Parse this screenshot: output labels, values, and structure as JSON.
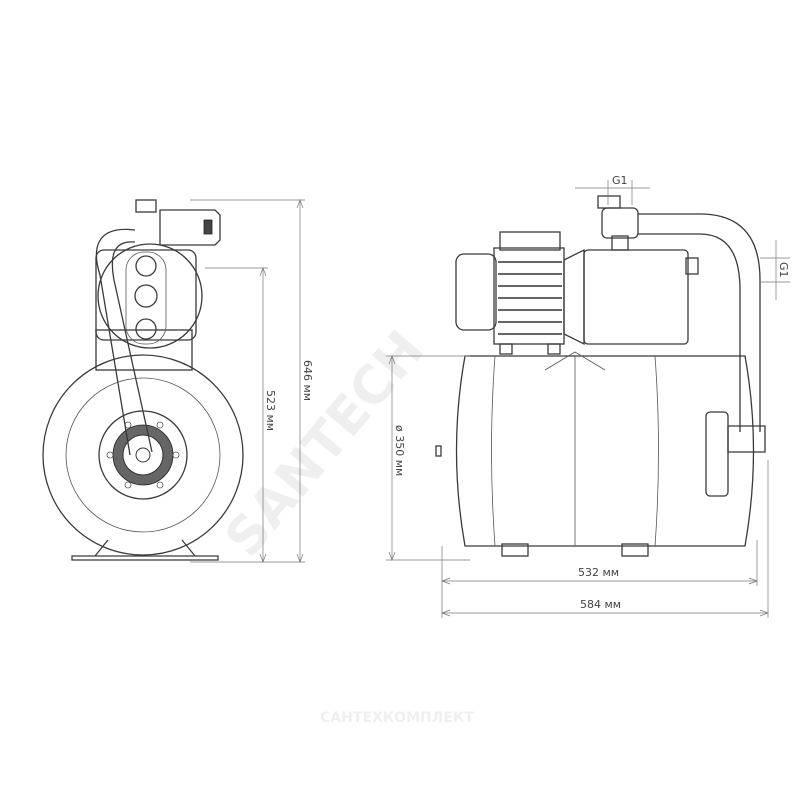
{
  "dimensions": {
    "height_total": "646 мм",
    "height_outlet": "523 мм",
    "tank_diameter": "ø 350 мм",
    "tank_length": "532 мм",
    "overall_length": "584 мм",
    "thread_top": "G1",
    "thread_side": "G1"
  },
  "watermark": {
    "diagonal": "SANTECH",
    "bottom": "САНТЕХКОМПЛЕКТ"
  }
}
